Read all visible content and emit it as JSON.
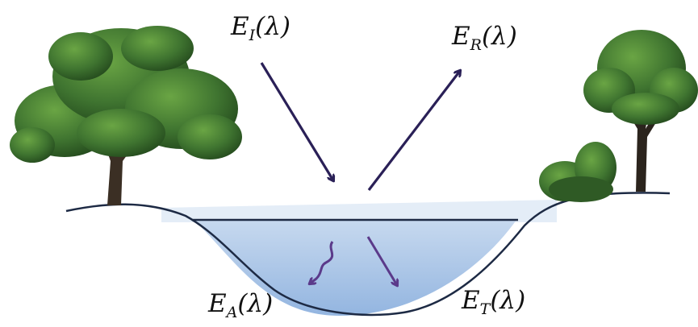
{
  "labels": {
    "incident": {
      "symbol": "E",
      "sub": "I",
      "arg": "(λ)"
    },
    "reflected": {
      "symbol": "E",
      "sub": "R",
      "arg": "(λ)"
    },
    "absorbed": {
      "symbol": "E",
      "sub": "A",
      "arg": "(λ)"
    },
    "transmitted": {
      "symbol": "E",
      "sub": "T",
      "arg": "(λ)"
    }
  },
  "colors": {
    "incident_reflected_arrow": "#2a2057",
    "underwater_arrow": "#5b3a8a",
    "water_surface": "#d6e4f3",
    "water_body": "#a9c6e8",
    "outline": "#1d2a44",
    "foliage_dark": "#2f5a25",
    "foliage_light": "#5f9a3e",
    "trunk": "#3b2f24"
  }
}
